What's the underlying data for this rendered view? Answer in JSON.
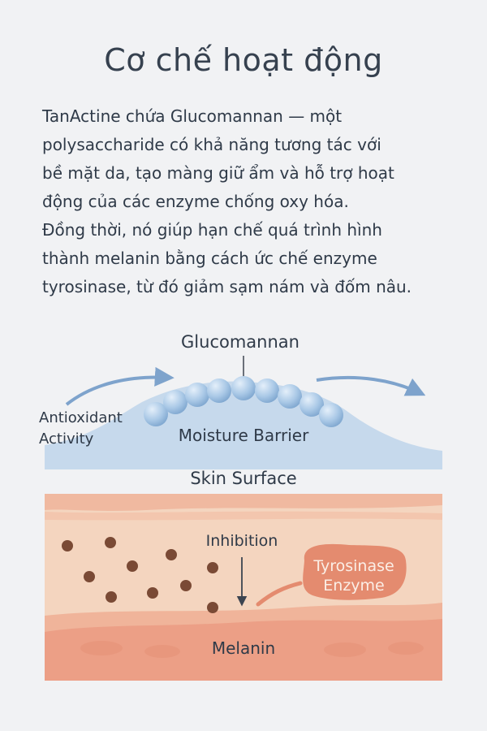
{
  "title": "Cơ chế hoạt động",
  "paragraph": [
    "TanActine chứa Glucomannan — một",
    "polysaccharide có khả năng tương tác với",
    "bề mặt da, tạo màng giữ ẩm và hỗ trợ hoạt",
    "động của các enzyme chống oxy hóa.",
    "Đồng thời, nó giúp hạn chế quá trình hình",
    "thành melanin bằng cách ức chế enzyme",
    "tyrosinase, từ đó giảm sạm nám và đốm nâu."
  ],
  "diagram": {
    "glucomannan_label": "Glucomannan",
    "antioxidant_label": [
      "Antioxidant",
      "Activity"
    ],
    "moisture_barrier_label": "Moisture Barrier",
    "skin_surface_label": "Skin Surface",
    "inhibition_label": "Inhibition",
    "tyrosinase_label": [
      "Tyrosinase",
      "Enzyme"
    ],
    "melanin_label": "Melanin",
    "colors": {
      "background": "#f1f2f4",
      "barrier": "#c6d9ec",
      "beads": "#a9c8e6",
      "arrow_blue": "#7ea3cc",
      "skin_top": "#f4d5bf",
      "skin_layer": "#f0b9a0",
      "melanin_dot": "#7a4a35",
      "tyrosinase": "#e48b6f",
      "melanin_layer": "#ec9f86"
    }
  }
}
